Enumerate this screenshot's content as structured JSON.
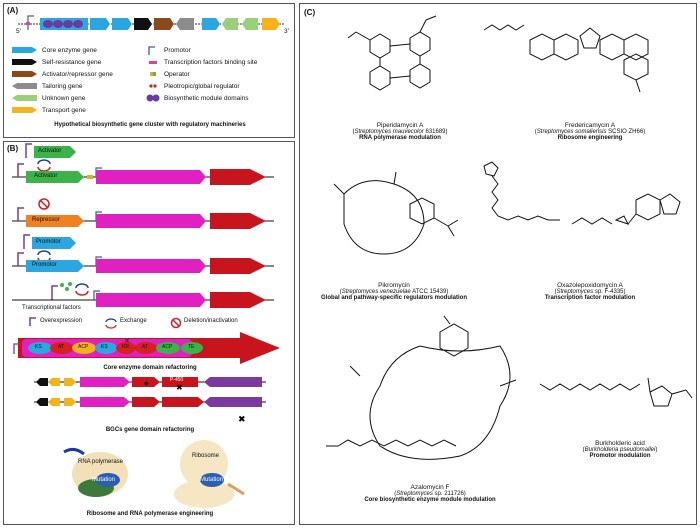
{
  "panel_a": {
    "label": "(A)",
    "five_prime": "5'",
    "three_prime": "3'",
    "legend_left": [
      {
        "text": "Core enzyme gene",
        "color": "#2aa7e1",
        "icon": "right-arrow-icon"
      },
      {
        "text": "Self-resistance gene",
        "color": "#111111",
        "icon": "black-arrow-icon"
      },
      {
        "text": "Activator/repressor gene",
        "color": "#8b4a1c",
        "icon": "brown-arrow-icon"
      },
      {
        "text": "Tailoring gene",
        "color": "#8c8c8c",
        "icon": "gray-arrow-icon"
      },
      {
        "text": "Unknown gene",
        "color": "#9bcf7a",
        "icon": "green-arrow-icon"
      },
      {
        "text": "Transport gene",
        "color": "#f5b31a",
        "icon": "yellow-arrow-icon"
      }
    ],
    "legend_right": [
      {
        "text": "Promotor",
        "icon": "promoter-icon"
      },
      {
        "text": "Transcription factors binding site",
        "icon": "tf-binding-site-icon"
      },
      {
        "text": "Operator",
        "icon": "operator-icon"
      },
      {
        "text": "Pleotropic/global regulator",
        "icon": "regulator-icon"
      },
      {
        "text": "Biosynthetic module domains",
        "icon": "module-domain-icon"
      }
    ],
    "caption": "Hypothetical biosynthetic gene cluster with regulatory machineries"
  },
  "panel_b": {
    "label": "(B)",
    "activator": "Activator",
    "repressor": "Repressor",
    "promotor": "Promotor",
    "tf_label": "Transcriptional factors",
    "legend": {
      "overexpression": "Overexpression",
      "exchange": "Exchange",
      "deletion": "Deletion/inactivation"
    },
    "domains": [
      "KS",
      "AT",
      "ACP",
      "KS",
      "KR",
      "AT",
      "ACP",
      "TE"
    ],
    "p450": "P-450",
    "caption_core": "Core enzyme domain refactoring",
    "caption_bgc": "BGCs gene domain refactoring",
    "rna_polymerase": "RNA polymerase",
    "ribosome": "Ribosome",
    "mutation": "Mutation",
    "caption_ribo": "Ribosome and RNA polymerase engineering"
  },
  "panel_c": {
    "label": "(C)",
    "compounds": [
      {
        "name": "Piperidamycin A",
        "organism": "Streptomyces mauvecolor",
        "strain": " 631689",
        "role": "RNA polymerase modulation"
      },
      {
        "name": "Frederica­mycin A",
        "organism": "Streptomyces somaliensis",
        "strain": " SCSIO ZH66",
        "role": "Ribosome engineering"
      },
      {
        "name": "Pikromycin",
        "organism": "Streptomyces venezuelae",
        "strain": " ATCC 15439",
        "role": "Global and pathway-specific regulators modulation"
      },
      {
        "name": "Oxazolepoxidomycin A",
        "organism": "Streptomyces",
        "strain": " sp. F-4335",
        "role": "Transcription factor modulation"
      },
      {
        "name": "Azalomycin F",
        "organism": "Streptomyces",
        "strain": " sp. 211726",
        "role": "Core biosynthetic enzyme module modulation"
      },
      {
        "name": "Burkholderic acid",
        "organism": "Burkholderia pseudomallei",
        "strain": "",
        "role": "Promotor modulation"
      }
    ]
  }
}
